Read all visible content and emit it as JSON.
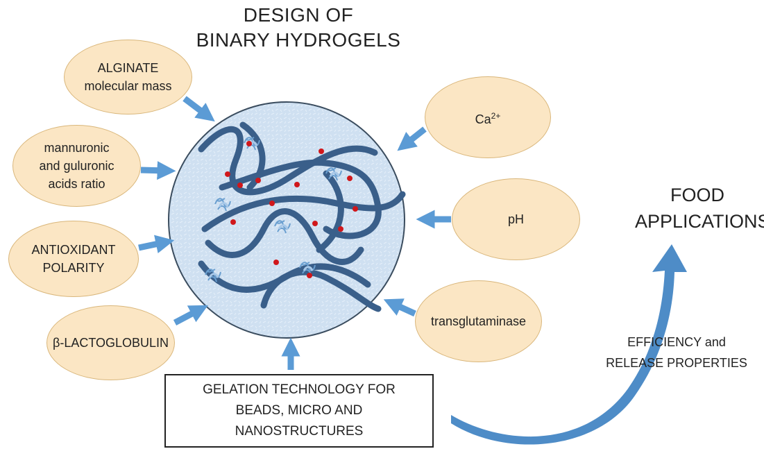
{
  "title": {
    "line1": "DESIGN OF",
    "line2": "BINARY HYDROGELS"
  },
  "factors_left": [
    {
      "lines": [
        "ALGINATE",
        "molecular mass"
      ]
    },
    {
      "lines": [
        "mannuronic",
        "and guluronic",
        "acids ratio"
      ]
    },
    {
      "lines": [
        "ANTIOXIDANT",
        "POLARITY"
      ]
    },
    {
      "lines": [
        "β-LACTOGLOBULIN"
      ]
    }
  ],
  "factors_right": [
    {
      "base": "Ca",
      "sup": "2+"
    },
    {
      "lines": [
        "pH"
      ]
    },
    {
      "lines": [
        "transglutaminase"
      ]
    }
  ],
  "gelation": {
    "lines": [
      "GELATION TECHNOLOGY FOR",
      "BEADS, MICRO AND",
      "NANOSTRUCTURES"
    ]
  },
  "outcome": {
    "efficiency": [
      "EFFICIENCY and",
      "RELEASE PROPERTIES"
    ],
    "food": [
      "FOOD",
      "APPLICATIONS"
    ]
  },
  "colors": {
    "oval_fill": "#fbe6c4",
    "arrow": "#5b9bd5",
    "polymer_strand": "#3a5f8a",
    "hydrogel_bg": "#c9ddf0",
    "dot": "#d0171b"
  },
  "icons": [
    "protein-icon",
    "calcium-dot-icon",
    "arrow-icon"
  ]
}
